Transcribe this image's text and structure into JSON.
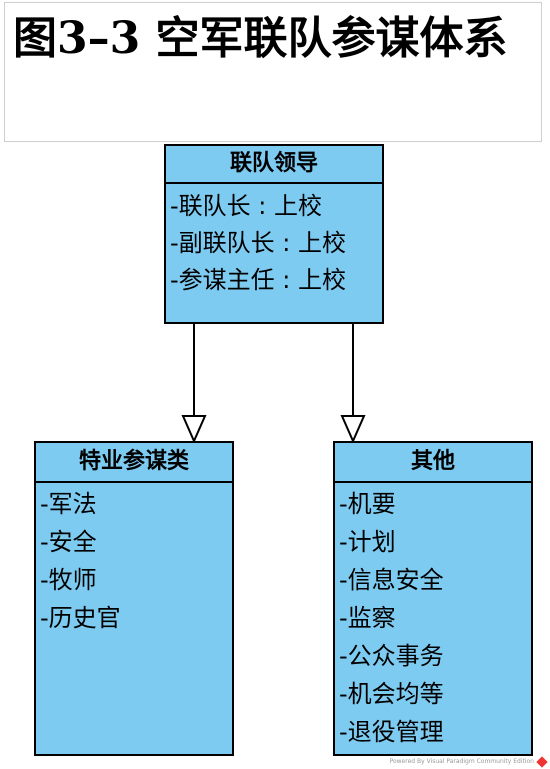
{
  "title": "图3–3 空军联队参谋体系",
  "boxes": {
    "leader": {
      "name": "联队领导",
      "items": [
        "-联队长 : 上校",
        "-副联队长 : 上校",
        "-参谋主任 : 上校"
      ]
    },
    "special": {
      "name": "特业参谋类",
      "items": [
        "-军法",
        "-安全",
        "-牧师",
        "-历史官"
      ]
    },
    "other": {
      "name": "其他",
      "items": [
        "-机要",
        "-计划",
        "-信息安全",
        "-监察",
        "-公众事务",
        "-机会均等",
        "-退役管理"
      ]
    }
  },
  "footer": "Powered By Visual Paradigm Community Edition",
  "colors": {
    "box_fill": "#7ecbf2",
    "border": "#000000"
  }
}
